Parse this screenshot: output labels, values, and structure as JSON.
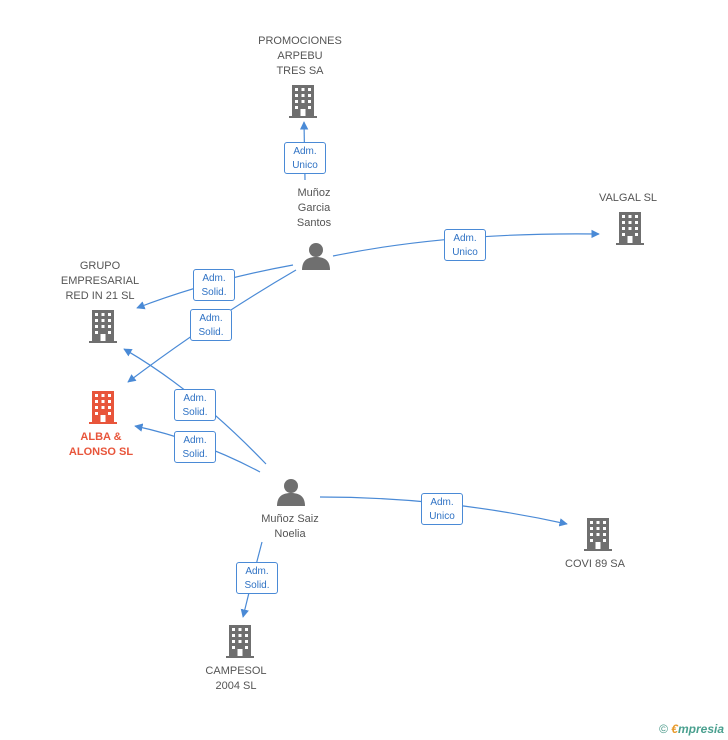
{
  "colors": {
    "edge": "#4a8ad6",
    "company": "#6f6f6f",
    "main_company": "#e8553b",
    "person": "#6f6f6f"
  },
  "nodes": {
    "promociones": "PROMOCIONES\nARPEBU\nTRES SA",
    "valgal": "VALGAL SL",
    "grupo": "GRUPO\nEMPRESARIAL\nRED IN 21 SL",
    "alba": "ALBA &\nALONSO SL",
    "covi": "COVI 89 SA",
    "campesol": "CAMPESOL\n2004 SL",
    "munoz_garcia": "Muñoz\nGarcia\nSantos",
    "munoz_saiz": "Muñoz Saiz\nNoelia"
  },
  "edges": {
    "e1": "Adm.\nUnico",
    "e2": "Adm.\nUnico",
    "e3": "Adm.\nSolid.",
    "e4": "Adm.\nSolid.",
    "e5": "Adm.\nSolid.",
    "e6": "Adm.\nSolid.",
    "e7": "Adm.\nUnico",
    "e8": "Adm.\nSolid."
  },
  "footer": {
    "copyright_symbol": "©",
    "brand_initial": "€",
    "brand_rest": "mpresia"
  }
}
